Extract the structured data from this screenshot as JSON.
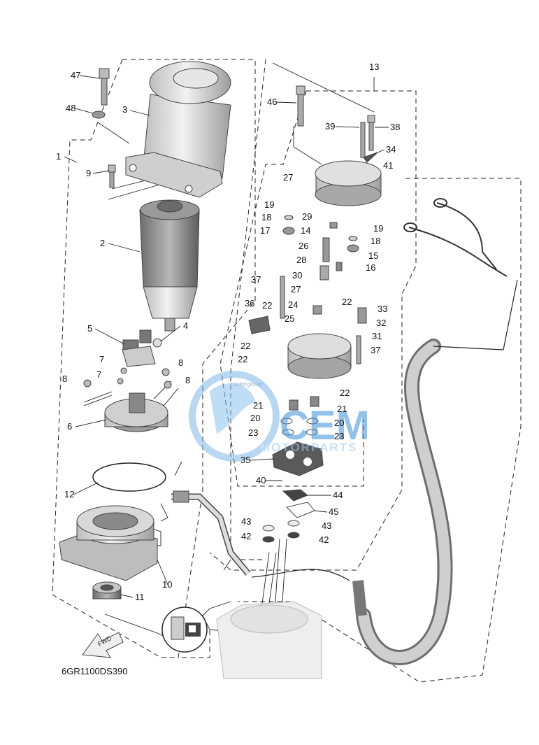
{
  "diagram": {
    "code": "6GR1100DS390",
    "direction_label": "FWD",
    "watermark": {
      "small_text": "motorgroup",
      "brand": "CEM",
      "subtitle": "MOTORPARTS"
    },
    "callouts": {
      "c1": "1",
      "c2": "2",
      "c3": "3",
      "c4": "4",
      "c5": "5",
      "c6": "6",
      "c7a": "7",
      "c7b": "7",
      "c8a": "8",
      "c8b": "8",
      "c8c": "8",
      "c9": "9",
      "c10": "10",
      "c11": "11",
      "c12": "12",
      "c13": "13",
      "c14": "14",
      "c15": "15",
      "c16": "16",
      "c17": "17",
      "c18a": "18",
      "c18b": "18",
      "c19a": "19",
      "c19b": "19",
      "c20a": "20",
      "c20b": "20",
      "c21a": "21",
      "c21b": "21",
      "c22a": "22",
      "c22b": "22",
      "c22c": "22",
      "c22d": "22",
      "c22e": "22",
      "c23a": "23",
      "c23b": "23",
      "c24": "24",
      "c25": "25",
      "c26": "26",
      "c27a": "27",
      "c27b": "27",
      "c28": "28",
      "c29": "29",
      "c30": "30",
      "c31": "31",
      "c32": "32",
      "c33": "33",
      "c34": "34",
      "c35": "35",
      "c36": "36",
      "c37a": "37",
      "c37b": "37",
      "c38": "38",
      "c39": "39",
      "c40": "40",
      "c41": "41",
      "c42a": "42",
      "c42b": "42",
      "c43a": "43",
      "c43b": "43",
      "c44": "44",
      "c45": "45",
      "c46": "46",
      "c47": "47",
      "c48": "48"
    },
    "colors": {
      "line": "#222222",
      "part_fill": "#d6d6d6",
      "watermark_blue": "#3a8fd8"
    }
  }
}
